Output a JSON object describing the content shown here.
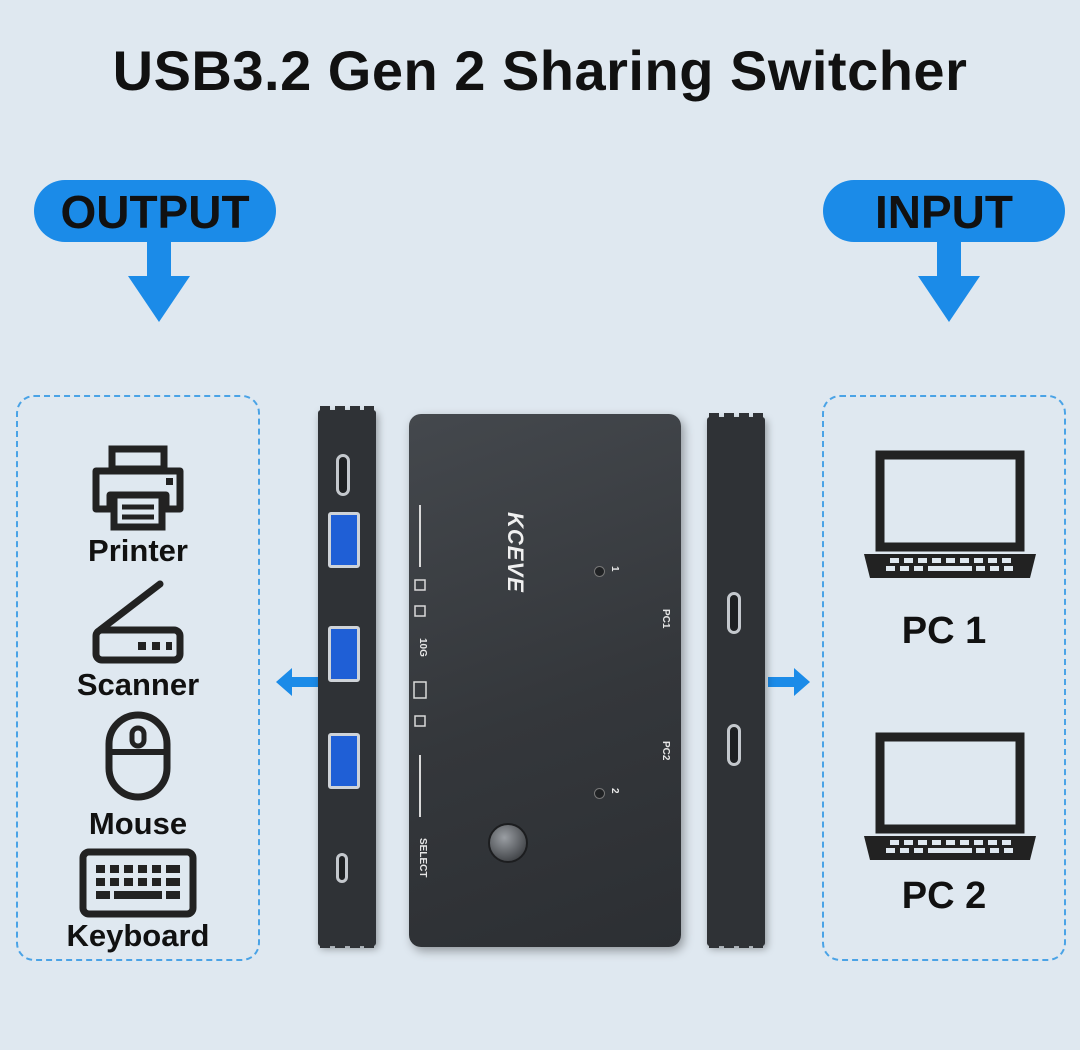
{
  "title": "USB3.2 Gen 2 Sharing Switcher",
  "output_label": "OUTPUT",
  "input_label": "INPUT",
  "output_devices": [
    {
      "label": "Printer",
      "icon": "printer-icon"
    },
    {
      "label": "Scanner",
      "icon": "scanner-icon"
    },
    {
      "label": "Mouse",
      "icon": "mouse-icon"
    },
    {
      "label": "Keyboard",
      "icon": "keyboard-icon"
    }
  ],
  "input_devices": [
    {
      "label": "PC 1",
      "icon": "laptop-icon"
    },
    {
      "label": "PC 2",
      "icon": "laptop-icon"
    }
  ],
  "device": {
    "brand": "KCEVE",
    "pc1_label": "PC1",
    "pc2_label": "PC2",
    "led1_label": "1",
    "led2_label": "2",
    "select_label": "SELECT",
    "speed_label": "10G"
  },
  "colors": {
    "background": "#dfe8f0",
    "accent": "#1b8be8",
    "device_body": "#34373b",
    "usb_port": "#1f5fd6"
  }
}
